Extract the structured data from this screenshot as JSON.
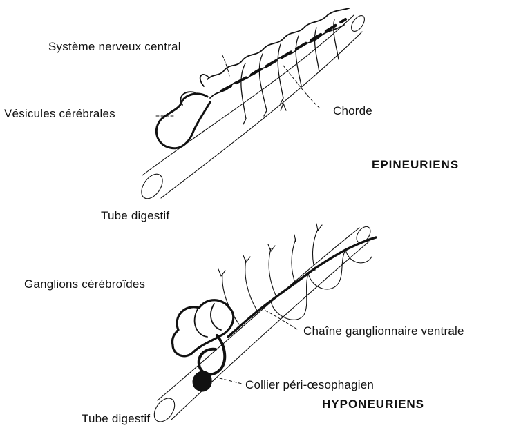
{
  "epineuriens": {
    "title": "EPINEURIENS",
    "labels": {
      "systeme_nerveux_central": "Système nerveux central",
      "vesicules_cerebrales": "Vésicules cérébrales",
      "chorde": "Chorde",
      "tube_digestif": "Tube digestif"
    }
  },
  "hyponeuriens": {
    "title": "HYPONEURIENS",
    "labels": {
      "ganglions_cerebroides": "Ganglions cérébroïdes",
      "chaine_ganglionnaire_ventrale": "Chaîne ganglionnaire ventrale",
      "collier_peri_oesophagien": "Collier péri-œsophagien",
      "tube_digestif": "Tube digestif"
    }
  }
}
